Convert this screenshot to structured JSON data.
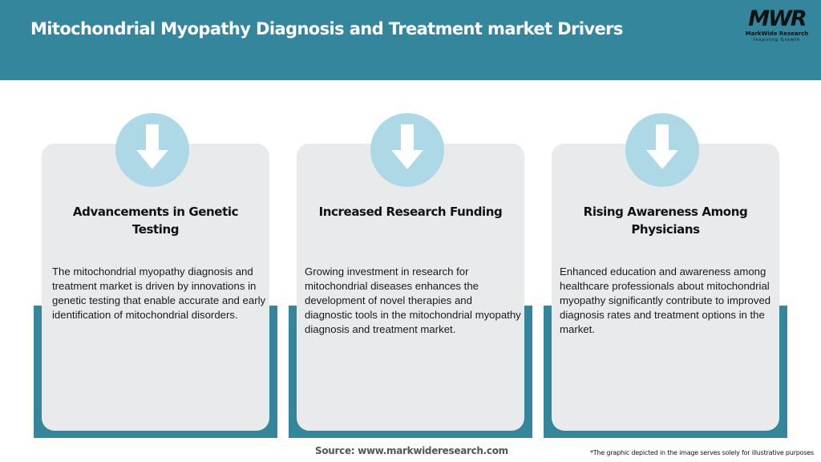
{
  "header": {
    "title": "Mitochondrial Myopathy Diagnosis and Treatment market Drivers",
    "background_color": "#34869d"
  },
  "logo": {
    "mark": "MWR",
    "name": "MarkWide Research",
    "tagline": "Inspiring Growth"
  },
  "drivers": [
    {
      "icon": "arrow-down-icon",
      "title": "Advancements in Genetic Testing",
      "body": "The mitochondrial myopathy diagnosis and treatment market is driven by innovations in genetic testing that enable accurate and early identification of mitochondrial disorders."
    },
    {
      "icon": "arrow-down-icon",
      "title": "Increased Research Funding",
      "body": "Growing investment in research for mitochondrial diseases enhances the development of novel therapies and diagnostic tools in the mitochondrial myopathy diagnosis and treatment market."
    },
    {
      "icon": "arrow-down-icon",
      "title": "Rising Awareness Among Physicians",
      "body": "Enhanced education and awareness among healthcare professionals about mitochondrial myopathy significantly contribute to improved diagnosis rates and treatment options in the market."
    }
  ],
  "colors": {
    "accent": "#34869d",
    "card": "#e8eaeb",
    "icon_circle": "#acd9e5"
  },
  "footer": {
    "source": "Source: www.markwideresearch.com",
    "disclaimer": "*The graphic depicted in the image serves solely for illustrative purposes"
  }
}
